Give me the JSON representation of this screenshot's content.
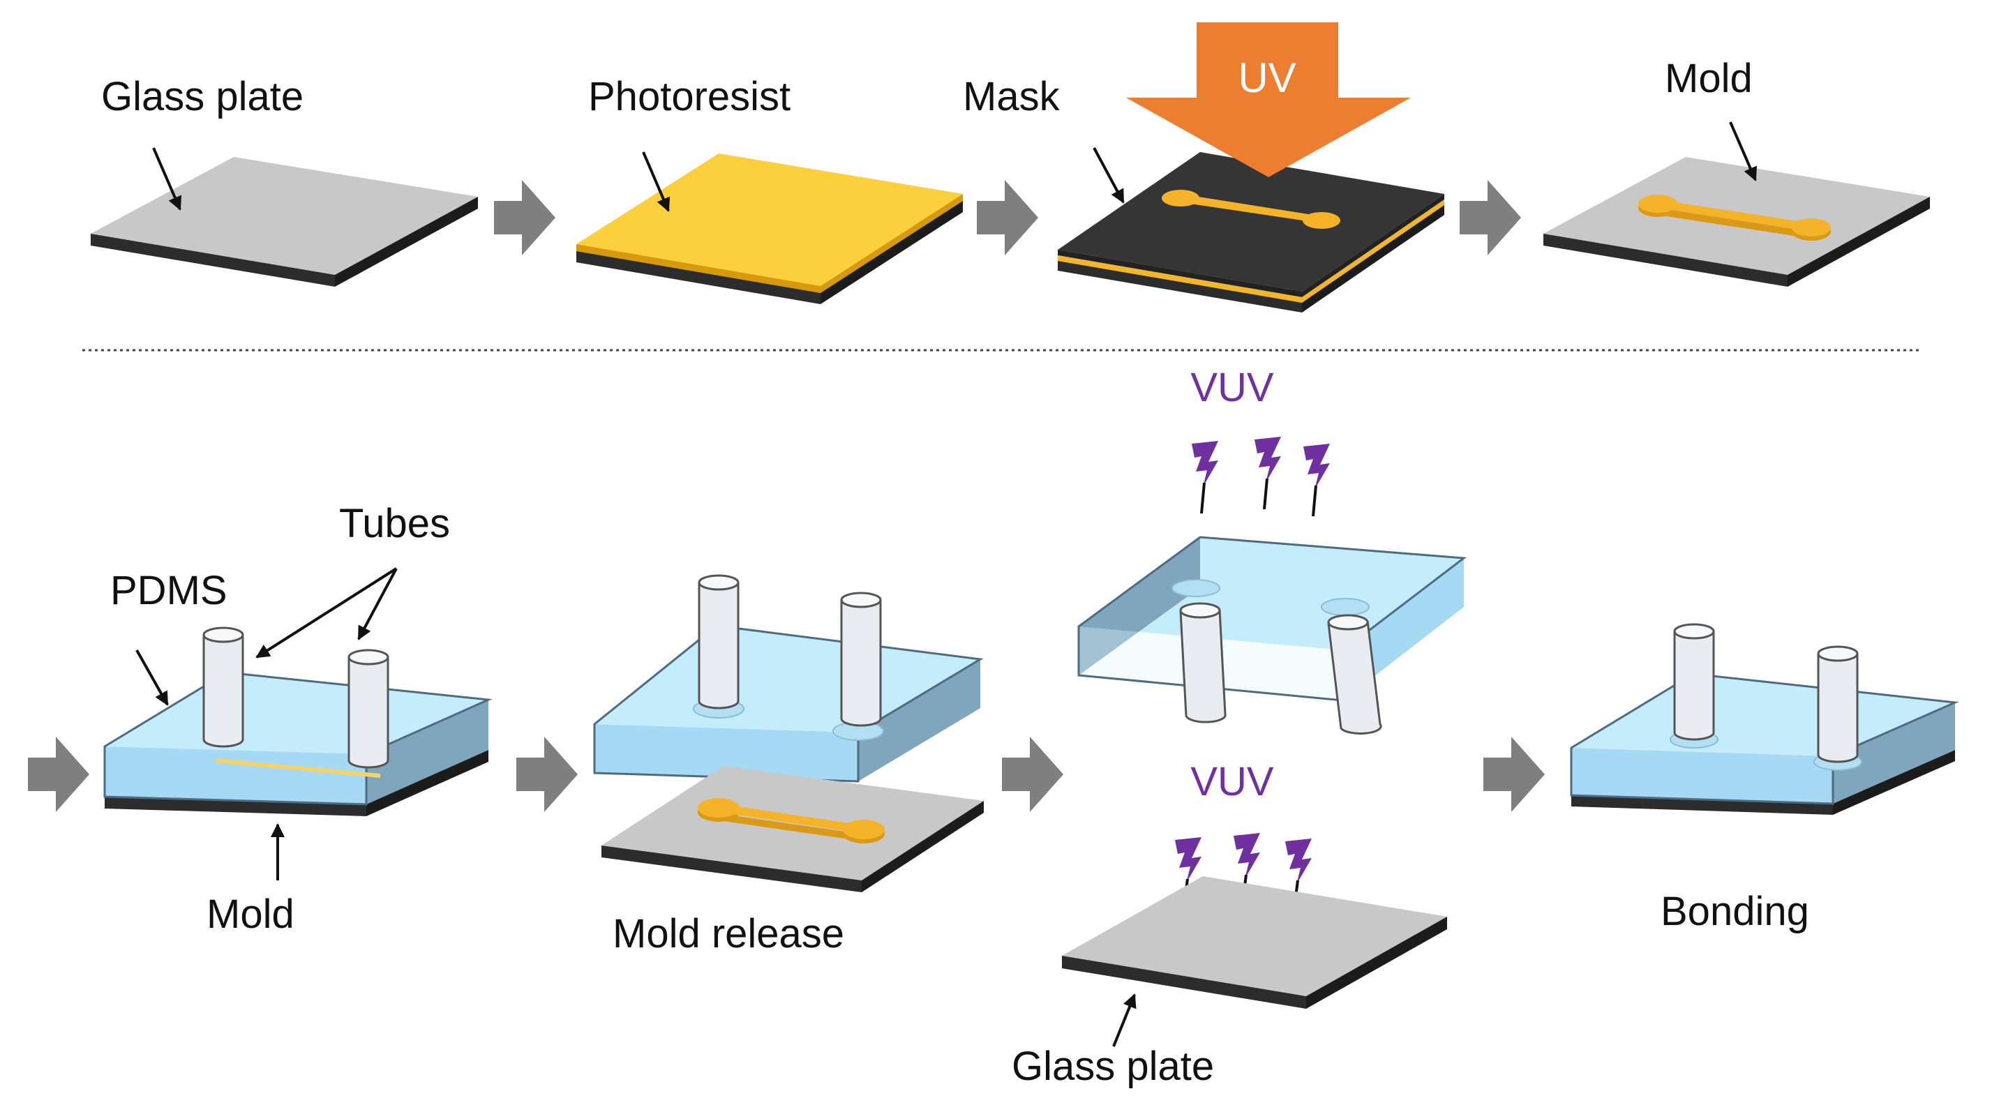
{
  "colors": {
    "glass_top": "#c8c8c8",
    "glass_edge": "#2c2c2c",
    "photoresist": "#fcd03c",
    "mask": "#353535",
    "channel": "#f5b32a",
    "pdms_top": "#c4ecfb",
    "pdms_side": "#a6d9f3",
    "pdms_edge_dark": "#4f6b82",
    "uv_arrow": "#ed7d31",
    "vuv": "#7030a0",
    "step_arrow": "#7f7f7f",
    "divider": "#444444"
  },
  "row1": {
    "glass_plate_label": "Glass plate",
    "photoresist_label": "Photoresist",
    "mask_label": "Mask",
    "uv_label": "UV",
    "mold_label": "Mold"
  },
  "row2": {
    "tubes_label": "Tubes",
    "pdms_label": "PDMS",
    "mold_label": "Mold",
    "mold_release_label": "Mold release",
    "vuv_upper_label": "VUV",
    "vuv_lower_label": "VUV",
    "glass_plate_label": "Glass plate",
    "bonding_label": "Bonding"
  }
}
